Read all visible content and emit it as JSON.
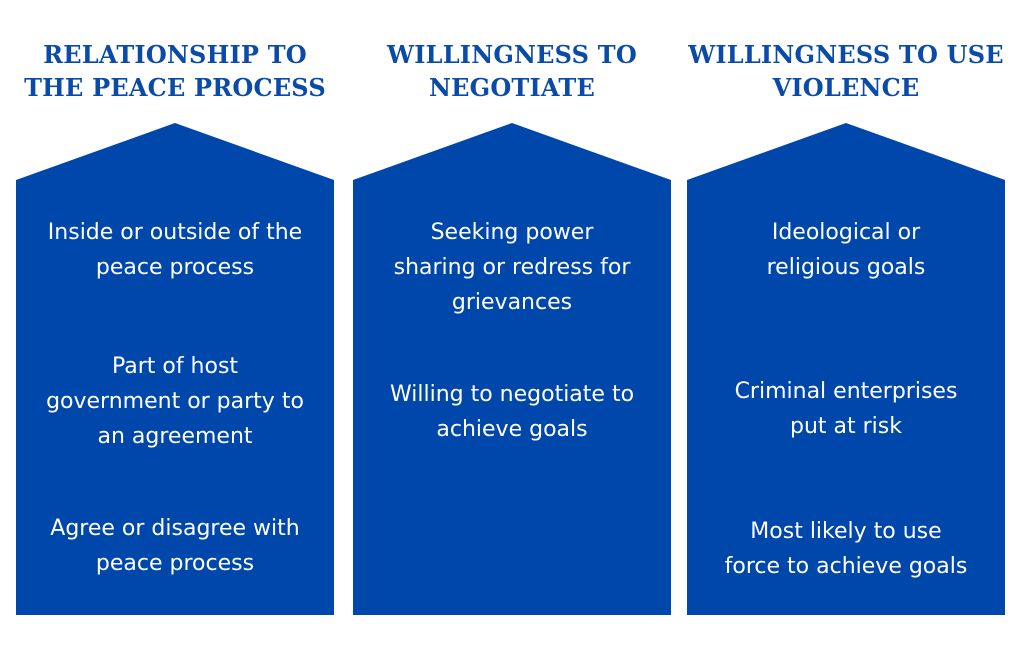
{
  "colors": {
    "heading": "#0a4aa8",
    "house_fill": "#0047ab",
    "item_text": "#ffffff",
    "background": "#ffffff"
  },
  "columns": [
    {
      "heading_lines": [
        "RELATIONSHIP TO",
        "THE PEACE PROCESS"
      ],
      "items": [
        {
          "lines": [
            "Inside or outside of the",
            "peace process"
          ]
        },
        {
          "lines": [
            "Part of host",
            "government or party to",
            "an agreement"
          ]
        },
        {
          "lines": [
            "Agree or disagree with",
            "peace process"
          ]
        }
      ]
    },
    {
      "heading_lines": [
        "WILLINGNESS TO",
        "NEGOTIATE"
      ],
      "items": [
        {
          "lines": [
            "Seeking power",
            "sharing or redress for",
            "grievances"
          ]
        },
        {
          "lines": [
            "Willing to negotiate to",
            "achieve goals"
          ]
        }
      ]
    },
    {
      "heading_lines": [
        "WILLINGNESS TO USE",
        "VIOLENCE"
      ],
      "items": [
        {
          "lines": [
            "Ideological or",
            "religious goals"
          ]
        },
        {
          "lines": [
            "Criminal enterprises",
            "put at risk"
          ]
        },
        {
          "lines": [
            "Most likely to use",
            "force to achieve goals"
          ]
        }
      ]
    }
  ]
}
